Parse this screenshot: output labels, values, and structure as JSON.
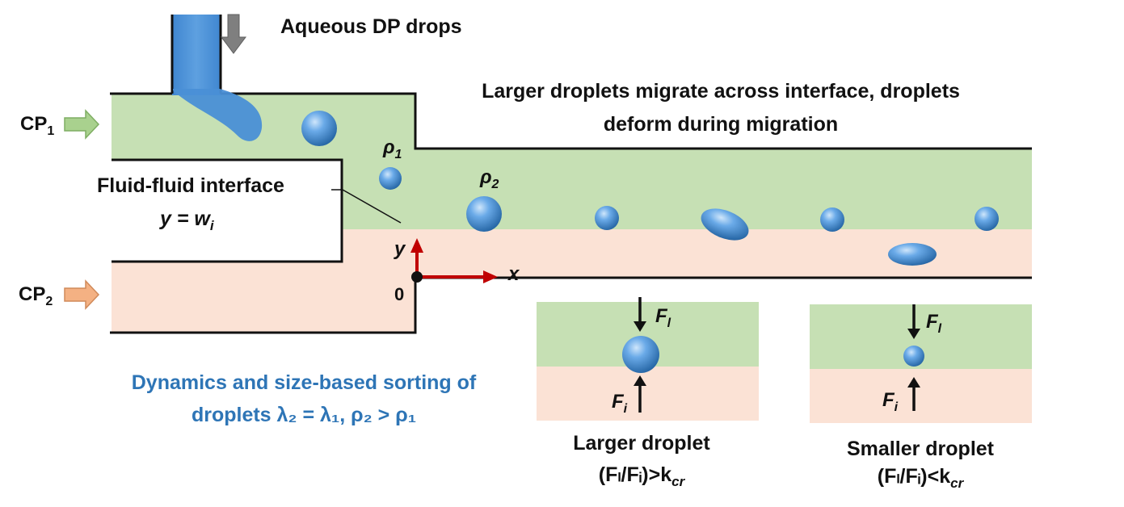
{
  "labels": {
    "inlet_title": "Aqueous DP drops",
    "cp1": "CP",
    "cp1_sub": "1",
    "cp2": "CP",
    "cp2_sub": "2",
    "migration_line1": "Larger droplets migrate across interface, droplets",
    "migration_line2": "deform during migration",
    "rho1": "ρ",
    "rho1_sub": "1",
    "rho2": "ρ",
    "rho2_sub": "2",
    "interface_title": "Fluid-fluid interface",
    "interface_eq_y": "y = w",
    "interface_eq_sub": "i",
    "axis_y": "y",
    "axis_x": "x",
    "origin": "0",
    "sorting_line1": "Dynamics and size-based sorting of",
    "sorting_line2": "droplets λ₂ = λ₁, ρ₂ > ρ₁",
    "force_lift": "F",
    "force_lift_sub": "l",
    "force_interface": "F",
    "force_interface_sub": "i",
    "large_caption": "Larger droplet",
    "large_ratio": "(Fₗ/Fᵢ)>k",
    "large_ratio_sub": "cr",
    "small_caption": "Smaller droplet",
    "small_ratio": "(Fₗ/Fᵢ)<k",
    "small_ratio_sub": "cr"
  },
  "colors": {
    "phase1": "#c6e0b4",
    "phase2": "#fbe2d5",
    "droplet": "#4a90d9",
    "inlet": "#4a8fd6",
    "axis": "#c00000",
    "sorting_text": "#2e75b6",
    "arrow_green": "#a9d18e",
    "arrow_orange": "#f4b183",
    "arrow_grey": "#7f7f7f"
  }
}
